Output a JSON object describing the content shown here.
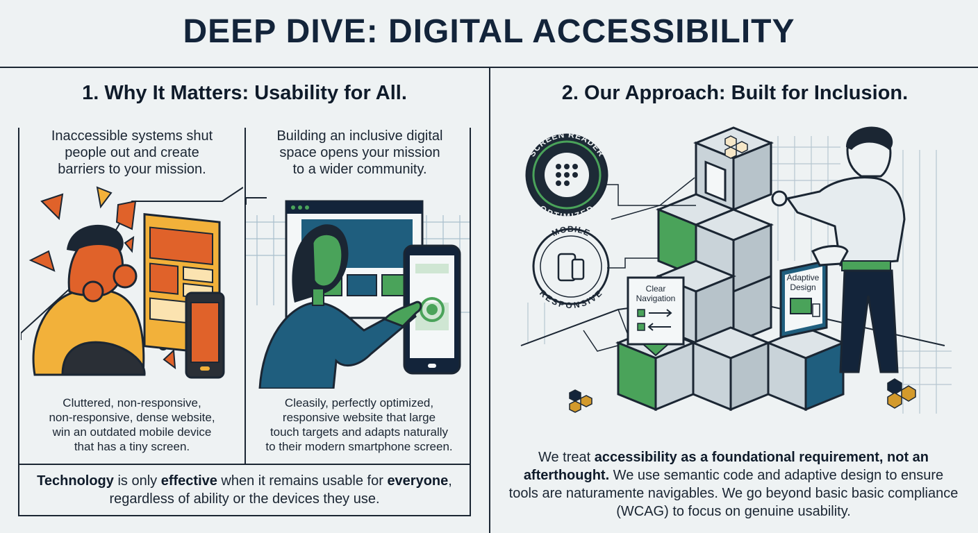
{
  "title": "DEEP DIVE: DIGITAL ACCESSIBILITY",
  "left": {
    "heading": "1. Why It Matters: Usability for All.",
    "problem": {
      "text": [
        "Inaccessible systems shut",
        "people out and create",
        "barriers to your mission."
      ],
      "caption": [
        "Cluttered, non-responsive,",
        "non-responsive, dense website,",
        "win an outdated mobile device",
        "that has a tiny screen."
      ]
    },
    "solution": {
      "text": [
        "Building an inclusive digital",
        "space opens your mission",
        "to a wider community."
      ],
      "caption": [
        "Cleasily, perfectly optimized,",
        "responsive website that large",
        "touch targets and adapts naturally",
        "to their modern smartphone screen."
      ]
    },
    "summary": {
      "part1": "Technology",
      "part2": " is only ",
      "part3": "effective",
      "part4": " when it remains usable for ",
      "part5": "everyone",
      "part6": ", regardless of ability or the devices they use."
    }
  },
  "right": {
    "heading": "2. Our Approach: Built for Inclusion.",
    "badges": {
      "screen_reader_top": "SCREEN READER",
      "screen_reader_bottom": "OPTIMIZED",
      "mobile_top": "MOBILE",
      "mobile_bottom": "RESPONSIVE"
    },
    "cards": {
      "navigation_line1": "Clear",
      "navigation_line2": "Navigation",
      "adaptive_line1": "Adaptive",
      "adaptive_line2": "Design"
    },
    "body": {
      "part1": "We treat ",
      "part2": "accessibility as a foundational requirement, not an afterthought.",
      "part3": " We use semantic code and adaptive design to ensure tools are naturamente navigables. We go beyond basic basic compliance (WCAG) to focus on genuine usability."
    }
  },
  "colors": {
    "navy": "#13243a",
    "green": "#4aa35a",
    "teal": "#1f5e7e",
    "orange": "#e0622a",
    "yellow": "#f2b13a",
    "gold": "#d39a2c"
  }
}
